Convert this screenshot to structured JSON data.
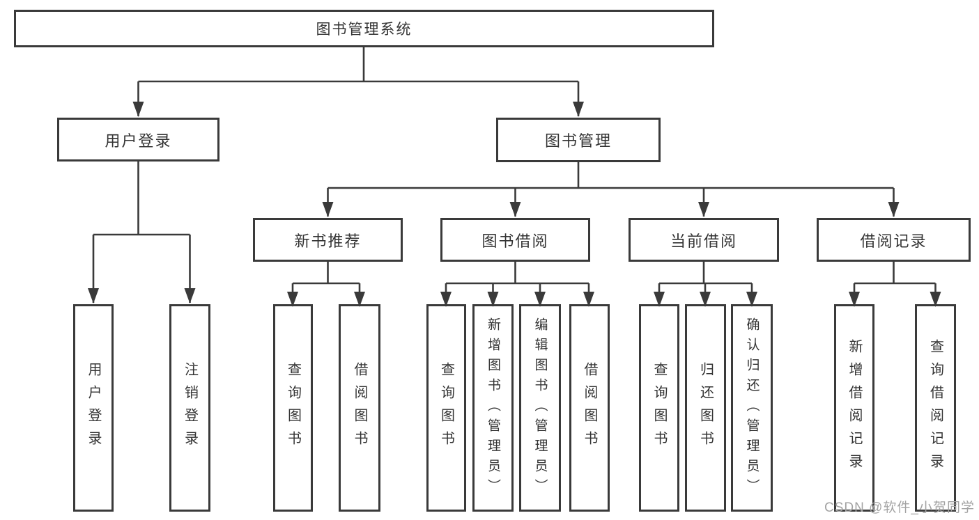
{
  "colors": {
    "line": "#3a3a3a",
    "box_border": "#3a3a3a",
    "text": "#333333",
    "watermark": "#a3a3a3",
    "background": "#ffffff"
  },
  "watermark": "CSDN @软件_小贺同学",
  "tree": {
    "root": {
      "label": "图书管理系统",
      "children": [
        {
          "label": "用户登录",
          "children": [
            {
              "label": "用户登录"
            },
            {
              "label": "注销登录"
            }
          ]
        },
        {
          "label": "图书管理",
          "children": [
            {
              "label": "新书推荐",
              "children": [
                {
                  "label": "查询图书"
                },
                {
                  "label": "借阅图书"
                }
              ]
            },
            {
              "label": "图书借阅",
              "children": [
                {
                  "label": "查询图书"
                },
                {
                  "label": "新增图书（管理员）"
                },
                {
                  "label": "编辑图书（管理员）"
                },
                {
                  "label": "借阅图书"
                }
              ]
            },
            {
              "label": "当前借阅",
              "children": [
                {
                  "label": "查询图书"
                },
                {
                  "label": "归还图书"
                },
                {
                  "label": "确认归还（管理员）"
                }
              ]
            },
            {
              "label": "借阅记录",
              "children": [
                {
                  "label": "新增借阅记录"
                },
                {
                  "label": "查询借阅记录"
                }
              ]
            }
          ]
        }
      ]
    }
  }
}
